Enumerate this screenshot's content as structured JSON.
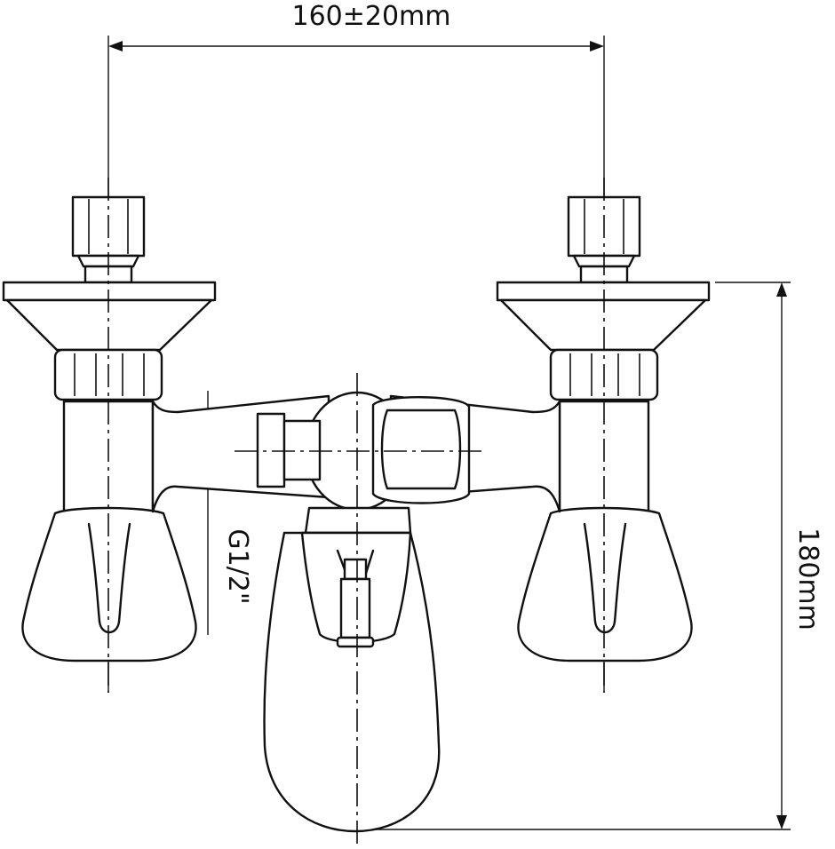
{
  "dimensions": {
    "width_label": "160±20mm",
    "height_label": "180mm",
    "thread_label": "G1/2\""
  },
  "colors": {
    "line": "#111111",
    "background": "#ffffff"
  }
}
